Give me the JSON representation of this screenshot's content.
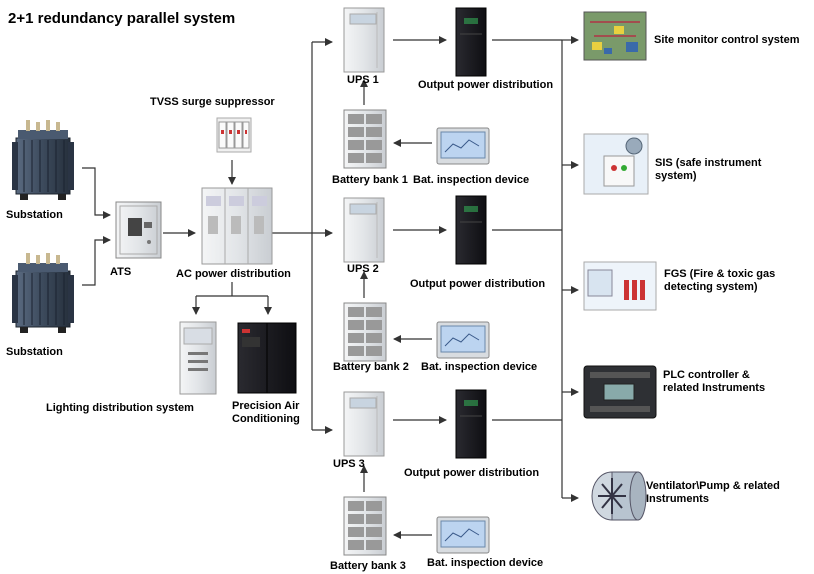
{
  "title": "2+1 redundancy parallel system",
  "labels": {
    "substation_1": "Substation",
    "substation_2": "Substation",
    "ats": "ATS",
    "tvss": "TVSS surge suppressor",
    "ac_power_distribution": "AC power distribution",
    "lighting_distribution": "Lighting distribution system",
    "precision_air_line1": "Precision Air",
    "precision_air_line2": "Conditioning",
    "ups_1": "UPS 1",
    "ups_2": "UPS 2",
    "ups_3": "UPS 3",
    "output_power_1": "Output power distribution",
    "output_power_2": "Output power distribution",
    "output_power_3": "Output power distribution",
    "battery_bank_1": "Battery bank 1",
    "battery_bank_2": "Battery bank 2",
    "battery_bank_3": "Battery bank 3",
    "bat_inspection_1": "Bat. inspection device",
    "bat_inspection_2": "Bat. inspection device",
    "bat_inspection_3": "Bat. inspection device",
    "site_monitor": "Site monitor control system",
    "sis_line1": "SIS (safe instrument",
    "sis_line2": "system)",
    "fgs_line1": "FGS (Fire & toxic gas",
    "fgs_line2": "detecting system)",
    "plc_line1": "PLC controller &",
    "plc_line2": "related Instruments",
    "ventilator_line1": "Ventilator\\Pump & related",
    "ventilator_line2": "Instruments"
  },
  "colors": {
    "line": "#333333",
    "cabinet_light": "#e8eaec",
    "cabinet_dark": "#1c1c20",
    "transformer": "#3c4a5c",
    "screen_blue": "#bcd4f0"
  }
}
